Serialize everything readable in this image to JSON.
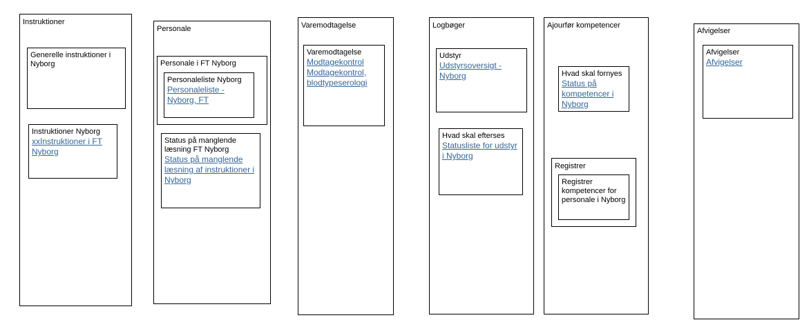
{
  "instruktioner": {
    "title": "Instruktioner",
    "generelle": {
      "title": "Generelle instruktioner i Nyborg"
    },
    "nyborg": {
      "title": "Instruktioner Nyborg",
      "link": "xxInstruktioner i FT Nyborg"
    }
  },
  "personale": {
    "title": "Personale",
    "ft_nyborg": {
      "title": "Personale i FT Nyborg",
      "liste": {
        "title": "Personaleliste Nyborg",
        "link": "Personaleliste - Nyborg, FT"
      }
    },
    "status": {
      "title": "Status på manglende læsning FT Nyborg",
      "link": "Status på manglende læsning af instruktioner i Nyborg"
    }
  },
  "varemodtagelse": {
    "title": "Varemodtagelse",
    "inner": {
      "title": "Varemodtagelse",
      "link1": "Modtagekontrol",
      "link2": "Modtagekontrol, blodtypeserologi"
    }
  },
  "logboger": {
    "title": "Logbøger",
    "udstyr": {
      "title": "Udstyr",
      "link": "Udstyrsoversigt - Nyborg"
    },
    "efterses": {
      "title": "Hvad skal efterses",
      "link": "Statusliste for udstyr i Nyborg"
    }
  },
  "ajourfor": {
    "title": "Ajourfør kompetencer",
    "fornyes": {
      "title": "Hvad skal fornyes",
      "link": "Status på kompetencer i Nyborg"
    },
    "registrer": {
      "title": "Registrer",
      "inner": {
        "title": "Registrer kompetencer for personale i Nyborg"
      }
    }
  },
  "afvigelser": {
    "title": "Afvigelser",
    "inner": {
      "title": "Afvigelser",
      "link": "Afvigelser"
    }
  }
}
